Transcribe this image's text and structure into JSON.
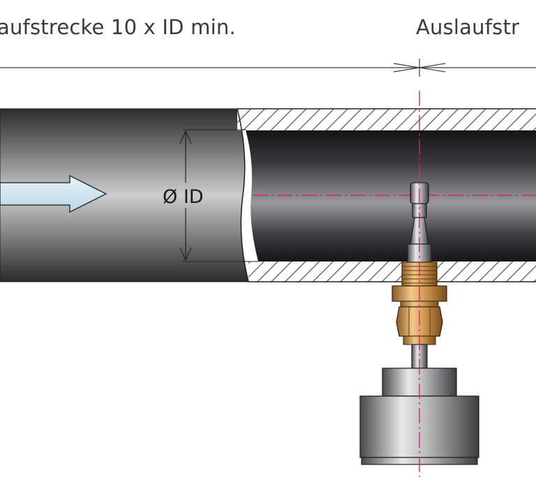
{
  "labels": {
    "inlet": "aufstrecke 10 x ID min.",
    "outlet": "Auslaufstr",
    "diameter": "Ø ID"
  },
  "flow_direction": "right",
  "colors": {
    "pipe_dark": "#2a2a2b",
    "pipe_light": "#c9c9ca",
    "brass": "#c9954a",
    "centerline": "#d4237a",
    "arrow_fill": "#d6e8f2"
  }
}
